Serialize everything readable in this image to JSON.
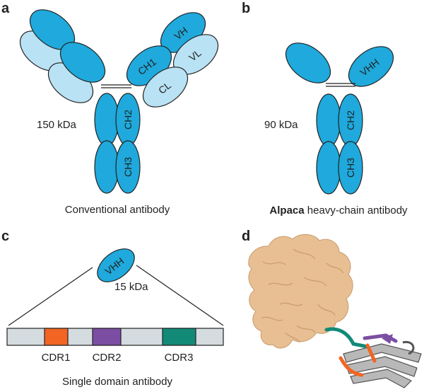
{
  "panels": {
    "a": {
      "letter": "a",
      "mass": "150 kDa",
      "caption": "Conventional antibody",
      "domains": {
        "vh": "VH",
        "vl": "VL",
        "ch1": "CH1",
        "cl": "CL",
        "ch2": "CH2",
        "ch3": "CH3"
      }
    },
    "b": {
      "letter": "b",
      "mass": "90 kDa",
      "caption_bold": "Alpaca",
      "caption_rest": " heavy-chain antibody",
      "domains": {
        "vhh": "VHH",
        "ch2": "CH2",
        "ch3": "CH3"
      }
    },
    "c": {
      "letter": "c",
      "mass": "15 kDa",
      "caption": "Single domain antibody",
      "domain": "VHH",
      "cdrs": [
        {
          "label": "CDR1",
          "color": "#f26522"
        },
        {
          "label": "CDR2",
          "color": "#7b4ea3"
        },
        {
          "label": "CDR3",
          "color": "#128a77"
        }
      ],
      "framework_color": "#d5dce0"
    },
    "d": {
      "letter": "d",
      "surface_color": "#e8bf93",
      "ribbon_color": "#b8b8b8"
    }
  },
  "colors": {
    "domain_dark": "#1fa9dc",
    "domain_light": "#b9e2f4"
  }
}
